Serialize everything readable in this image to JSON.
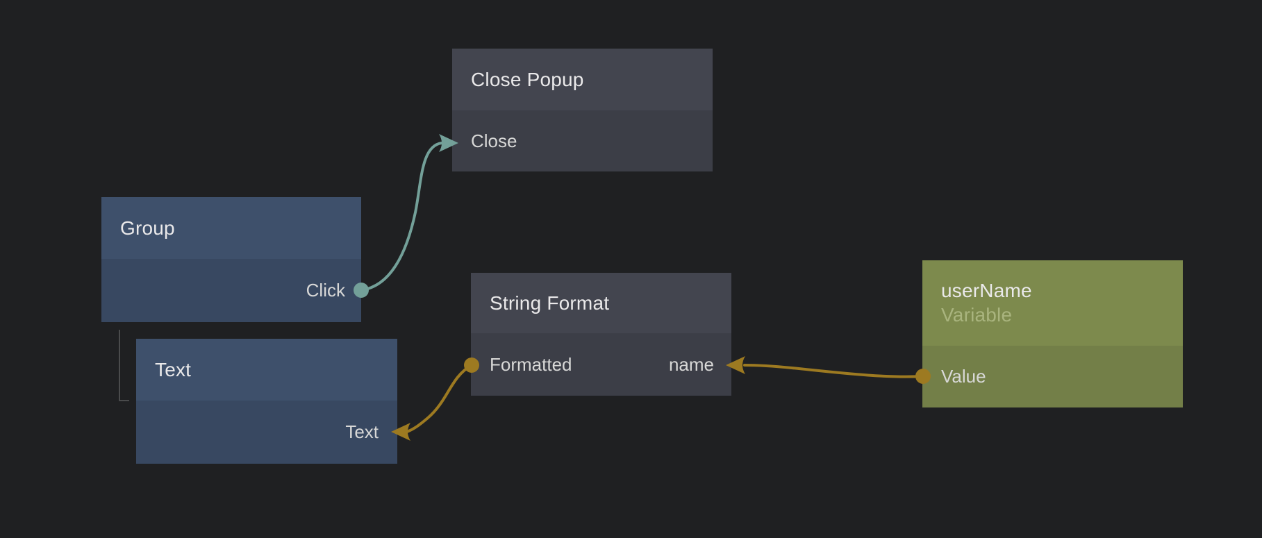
{
  "colors": {
    "background": "#1f2022",
    "node_dark_header": "#43454f",
    "node_dark_body": "#3c3e47",
    "node_blue_header": "#3e506b",
    "node_blue_body": "#384861",
    "node_variable_header": "#7d8a4d",
    "node_variable_body": "#737f48",
    "signal_wire": "#73a099",
    "data_wire": "#9d7a21",
    "hierarchy_line": "#4a4b4c",
    "title_text": "#eae9ea",
    "subtitle_text": "#a9b47e",
    "pin_text": "#d8d8d7"
  },
  "nodes": {
    "close_popup": {
      "title": "Close Popup",
      "pins": {
        "close": "Close"
      }
    },
    "group": {
      "title": "Group",
      "pins": {
        "click": "Click"
      }
    },
    "text": {
      "title": "Text",
      "pins": {
        "text": "Text"
      }
    },
    "string_format": {
      "title": "String Format",
      "pins": {
        "formatted": "Formatted",
        "name": "name"
      }
    },
    "user_name": {
      "title": "userName",
      "subtitle": "Variable",
      "pins": {
        "value": "Value"
      }
    }
  }
}
